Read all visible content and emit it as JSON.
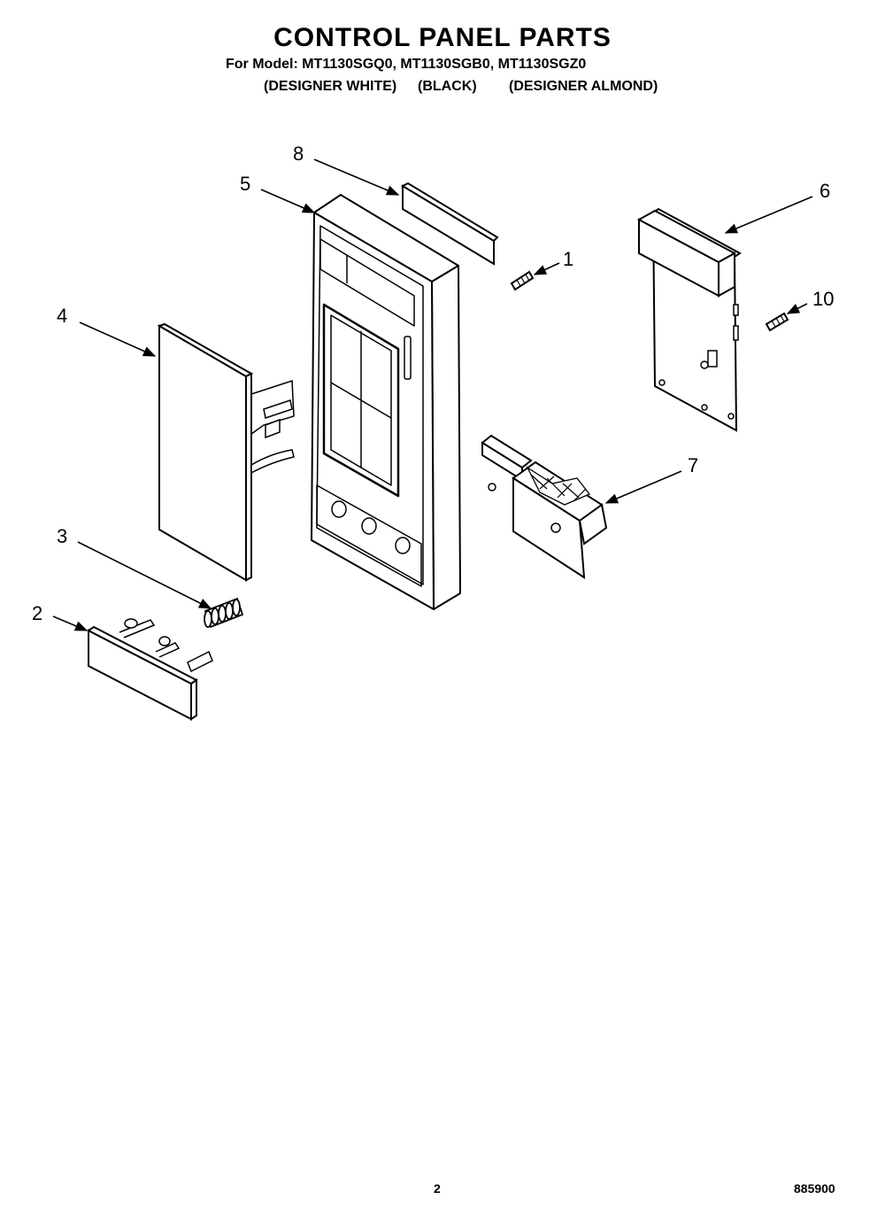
{
  "header": {
    "title": "CONTROL PANEL PARTS",
    "subtitle": "For Model: MT1130SGQ0, MT1130SGB0, MT1130SGZ0",
    "colors": [
      "(DESIGNER WHITE)",
      "(BLACK)",
      "(DESIGNER ALMOND)"
    ]
  },
  "callouts": [
    "1",
    "2",
    "3",
    "4",
    "5",
    "6",
    "7",
    "8",
    "10"
  ],
  "footer": {
    "page_number": "2",
    "doc_number": "885900"
  }
}
